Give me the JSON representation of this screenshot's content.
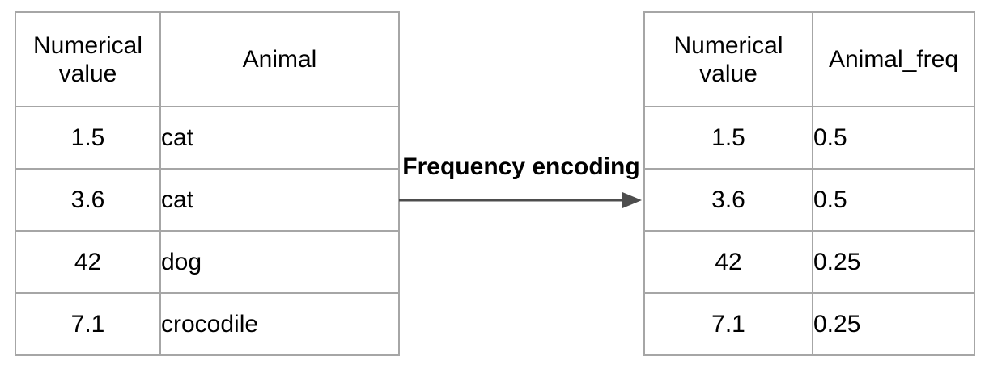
{
  "diagram": {
    "transform_label": "Frequency encoding"
  },
  "colors": {
    "background": "#ffffff",
    "table_border": "#a6a6a6",
    "text": "#000000",
    "arrow": "#4d4d4d"
  },
  "left_table": {
    "columns": [
      "Numerical value",
      "Animal"
    ],
    "rows": [
      [
        "1.5",
        "cat"
      ],
      [
        "3.6",
        "cat"
      ],
      [
        "42",
        "dog"
      ],
      [
        "7.1",
        "crocodile"
      ]
    ]
  },
  "right_table": {
    "columns": [
      "Numerical value",
      "Animal_freq"
    ],
    "rows": [
      [
        "1.5",
        "0.5"
      ],
      [
        "3.6",
        "0.5"
      ],
      [
        "42",
        "0.25"
      ],
      [
        "7.1",
        "0.25"
      ]
    ]
  }
}
